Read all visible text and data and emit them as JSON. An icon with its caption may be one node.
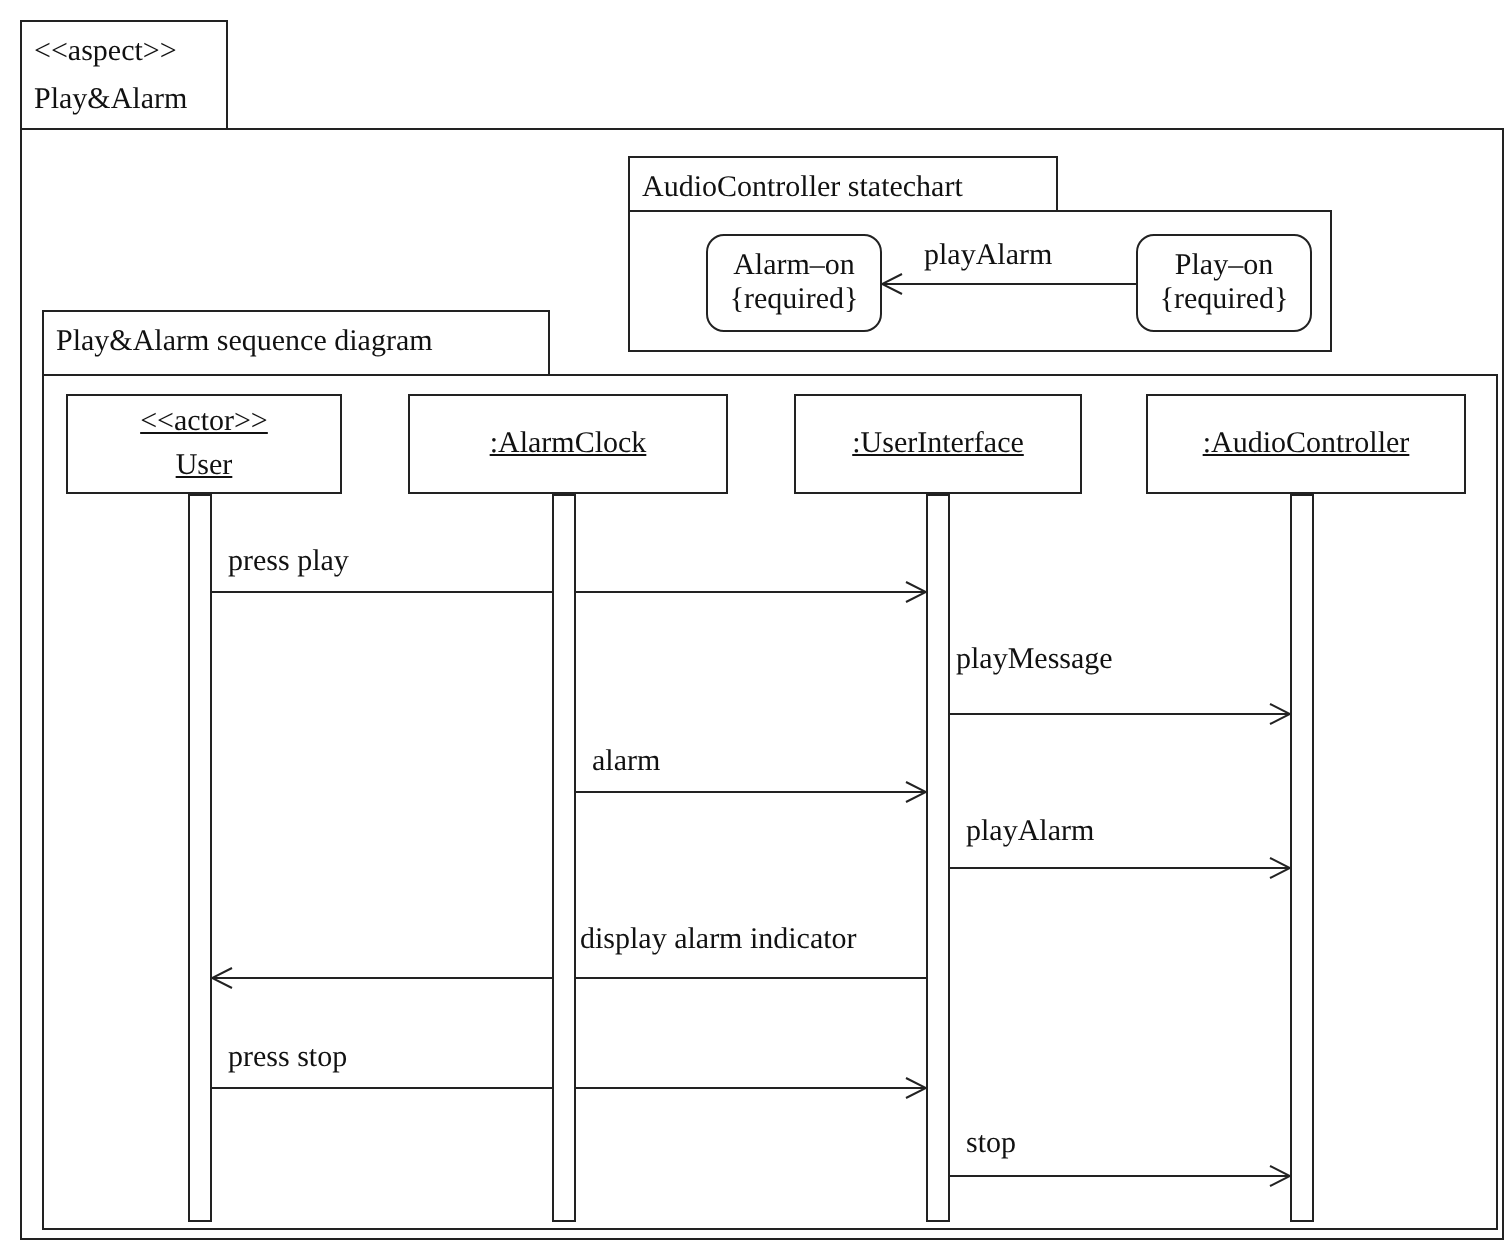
{
  "diagram": {
    "nodes": [
      {
        "text": [
          "<<aspect>>",
          "Play&Alarm"
        ]
      },
      {
        "text": [
          "AudioController statechart"
        ],
        "in": 0
      },
      {
        "text": [
          "Alarm–on {required}"
        ],
        "in": 1
      },
      {
        "text": [
          "Play–on {required}"
        ],
        "in": 1
      },
      {
        "text": [
          "Play&Alarm sequence diagram"
        ],
        "in": 0
      },
      {
        "text": [
          "<<actor>> User"
        ],
        "in": 4
      },
      {
        "text": [
          ":AlarmClock"
        ],
        "in": 4
      },
      {
        "text": [
          ":UserInterface"
        ],
        "in": 4
      },
      {
        "text": [
          ":AudioController"
        ],
        "in": 4
      },
      {
        "text": [],
        "shape": "bar",
        "in": 4
      },
      {
        "text": [],
        "shape": "bar",
        "in": 4
      },
      {
        "text": [],
        "shape": "bar",
        "in": 4
      },
      {
        "text": [],
        "shape": "bar",
        "in": 4
      }
    ],
    "edges": [
      {
        "from": 3,
        "to": 2,
        "arrow": "to",
        "label": "playAlarm"
      },
      {
        "from": 9,
        "to": 11,
        "arrow": "to",
        "label": "press play"
      },
      {
        "from": 11,
        "to": 12,
        "arrow": "to",
        "label": "playMessage"
      },
      {
        "from": 10,
        "to": 11,
        "arrow": "to",
        "label": "alarm"
      },
      {
        "from": 11,
        "to": 12,
        "arrow": "to",
        "label": "playAlarm"
      },
      {
        "from": 11,
        "to": 9,
        "arrow": "to",
        "label": "display alarm indicator"
      },
      {
        "from": 9,
        "to": 11,
        "arrow": "to",
        "label": "press stop"
      },
      {
        "from": 11,
        "to": 12,
        "arrow": "to",
        "label": "stop"
      }
    ]
  }
}
